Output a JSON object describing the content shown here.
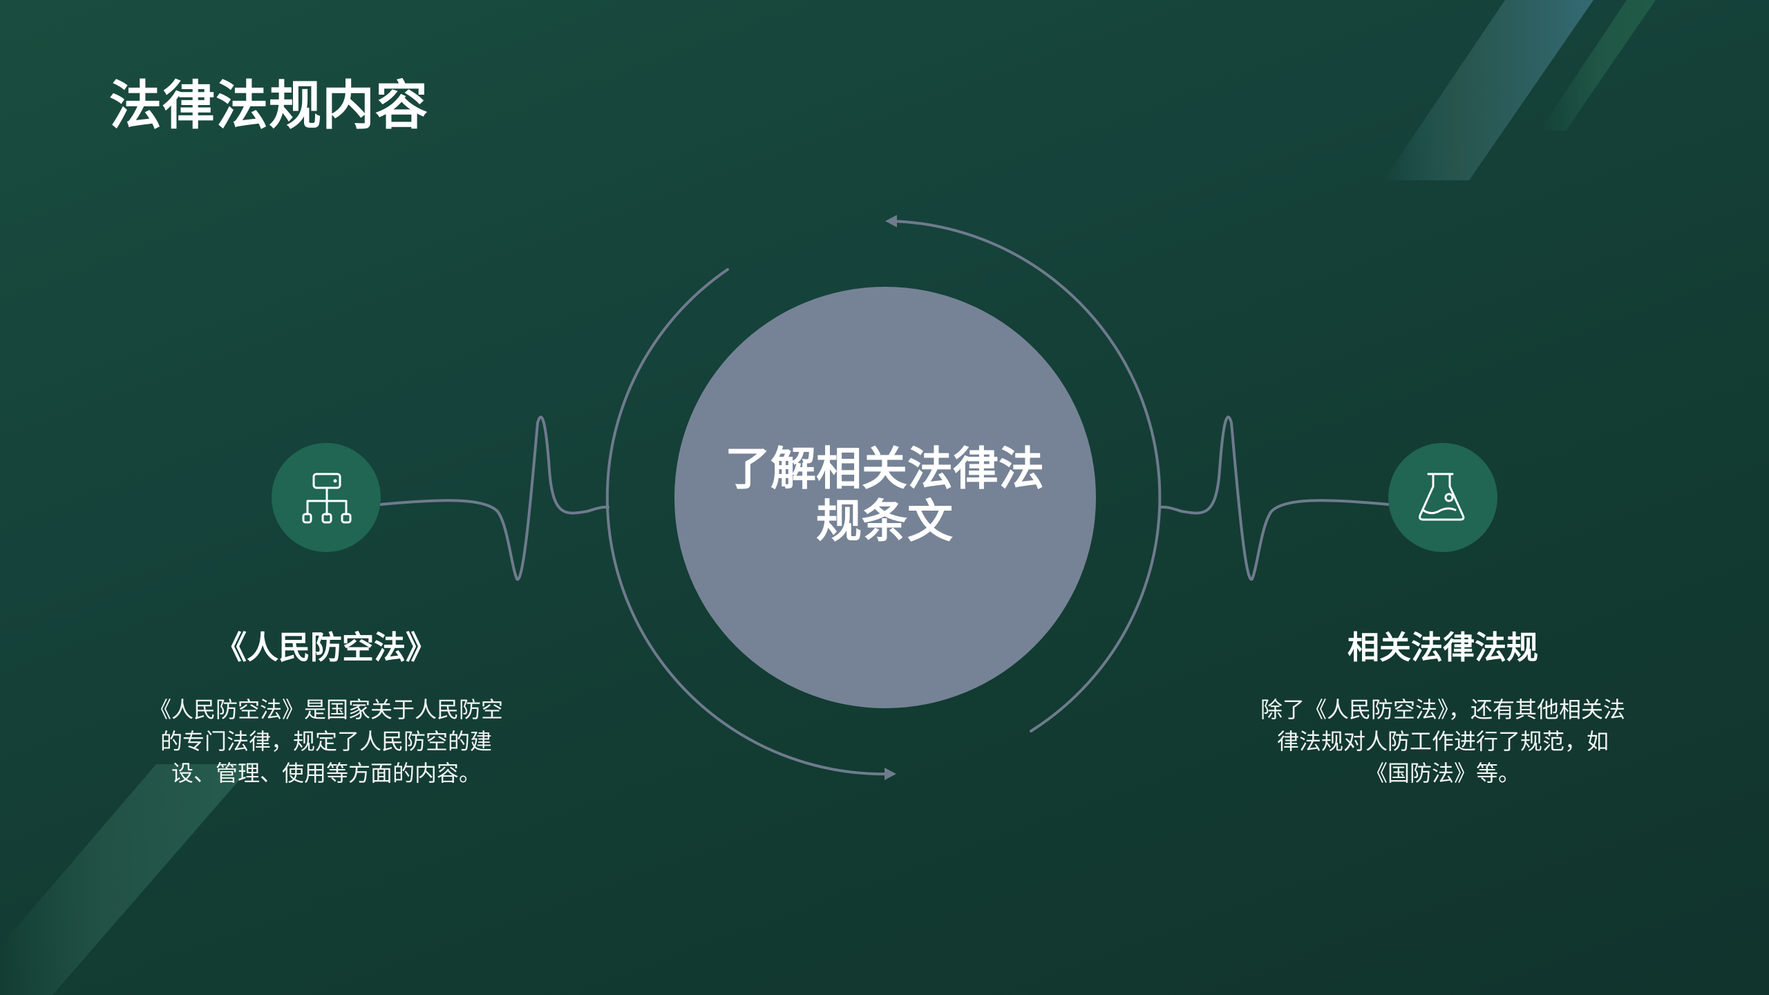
{
  "slide": {
    "title": "法律法规内容",
    "center": {
      "line1": "了解相关法律法",
      "line2": "规条文"
    },
    "left": {
      "icon": "hierarchy-icon",
      "heading": "《人民防空法》",
      "body": "《人民防空法》是国家关于人民防空的专门法律，规定了人民防空的建设、管理、使用等方面的内容。"
    },
    "right": {
      "icon": "flask-icon",
      "heading": "相关法律法规",
      "body": "除了《人民防空法》，还有其他相关法律法规对人防工作进行了规范，如《国防法》等。"
    }
  },
  "colors": {
    "background": "#15423a",
    "center_circle": "#768396",
    "icon_circle": "#206652",
    "line": "#6f7b8e",
    "text": "#ffffff"
  }
}
